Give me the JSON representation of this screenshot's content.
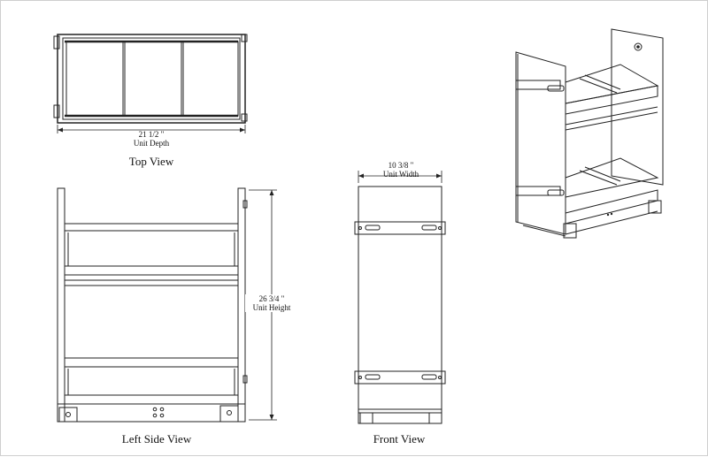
{
  "drawing": {
    "views": {
      "top": {
        "title": "Top View",
        "dim_value": "21 1/2 \"",
        "dim_label": "Unit Depth"
      },
      "left": {
        "title": "Left Side View",
        "dim_value": "26 3/4 \"",
        "dim_label": "Unit Height"
      },
      "front": {
        "title": "Front View",
        "dim_value": "10 3/8 \"",
        "dim_label": "Unit Width"
      }
    }
  },
  "colors": {
    "line": "#222222",
    "panel": "#f2f2f2",
    "border": "#cfcfcf"
  }
}
